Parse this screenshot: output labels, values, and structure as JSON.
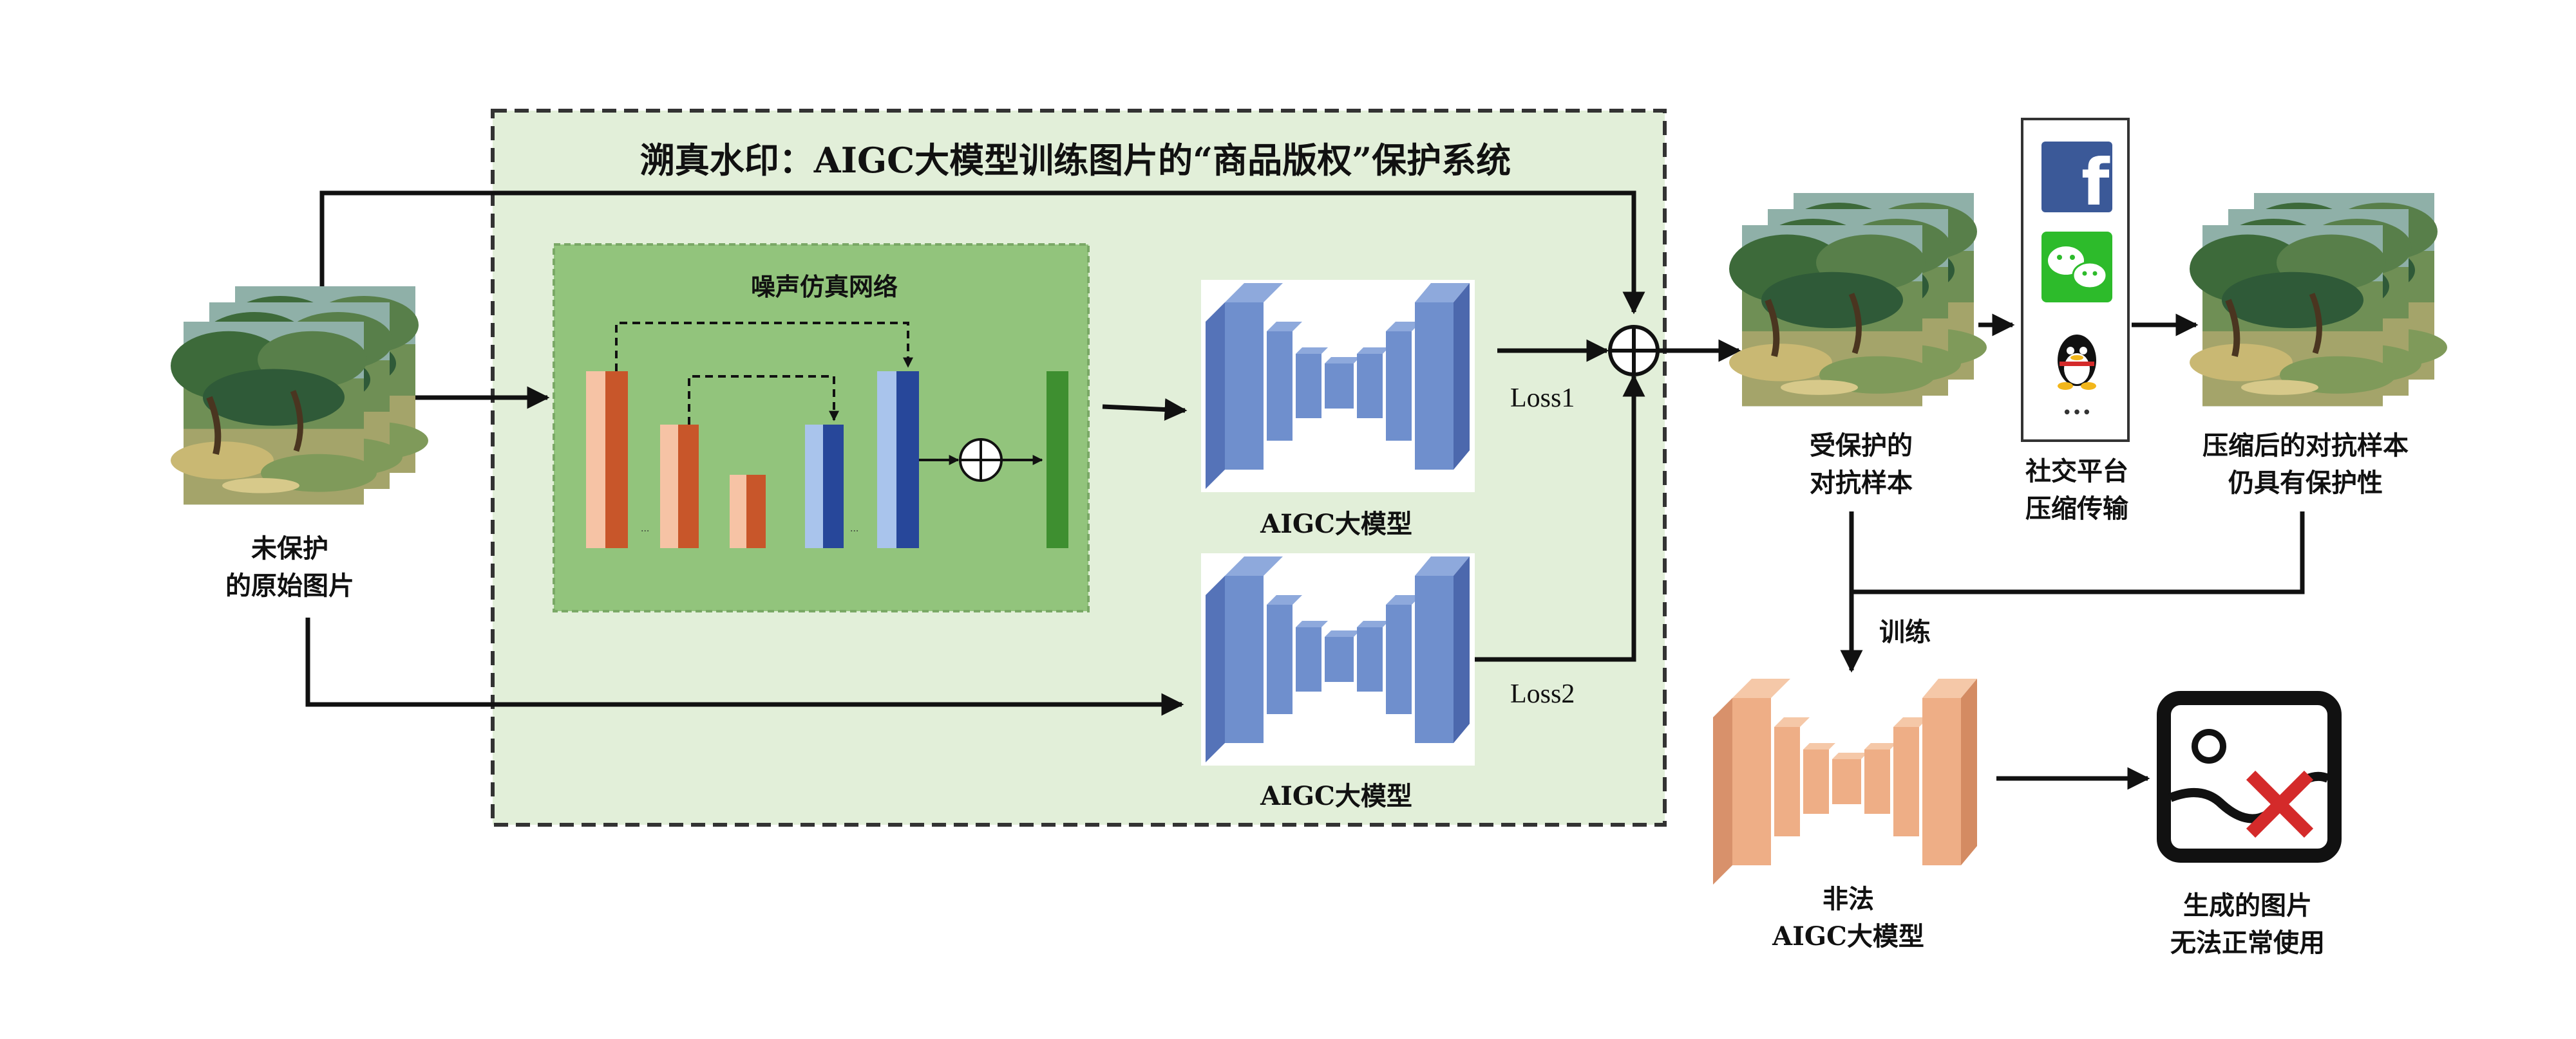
{
  "diagram": {
    "title": "溯真水印：AIGC大模型训练图片的“商品版权”保护系统",
    "noise_network_label": "噪声仿真网络",
    "original_images_label": [
      "未保护",
      "的原始图片"
    ],
    "aigc_model_label_1": "AIGC大模型",
    "aigc_model_label_2": "AIGC大模型",
    "loss1_label": "Loss1",
    "loss2_label": "Loss2",
    "protected_samples_label": [
      "受保护的",
      "对抗样本"
    ],
    "social_platform_label": [
      "社交平台",
      "压缩传输"
    ],
    "compressed_samples_label": [
      "压缩后的对抗样本",
      "仍具有保护性"
    ],
    "train_label": "训练",
    "illegal_model_label": [
      "非法",
      "AIGC大模型"
    ],
    "result_label": [
      "生成的图片",
      "无法正常使用"
    ],
    "social_icons": [
      "facebook-icon",
      "wechat-icon",
      "qq-icon"
    ],
    "social_icon_more": "•••",
    "facebook_glyph": "f",
    "colors": {
      "panel_fill": "#e2efd9",
      "noise_panel_fill": "#92c47c",
      "model_blue": "#6f8fcd",
      "model_orange": "#eeae86",
      "bar_orange": "#c8562a",
      "bar_blue": "#27479a",
      "bar_green": "#3e8f30",
      "facebook_blue": "#3b5998",
      "wechat_green": "#2dbb2b",
      "cross_red": "#d42a2a"
    }
  }
}
